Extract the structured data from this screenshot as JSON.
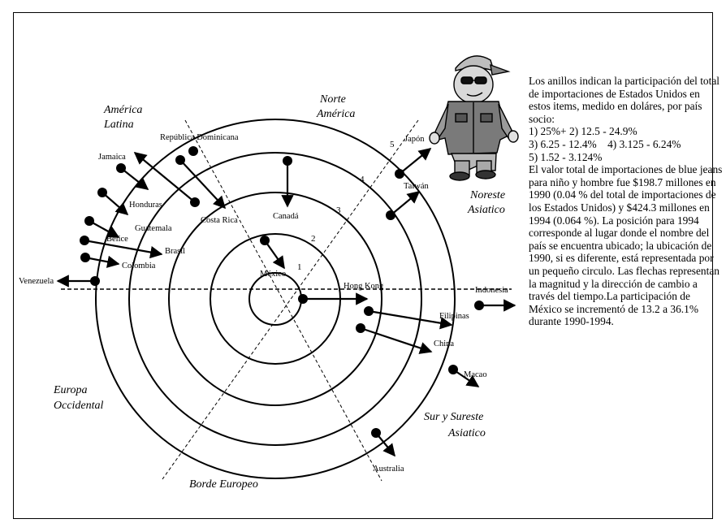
{
  "regions": {
    "norte_america": [
      "Norte",
      "América"
    ],
    "america_latina": [
      "América",
      "Latina"
    ],
    "noreste_asiatico": [
      "Noreste",
      "Asiatico"
    ],
    "europa_occidental": [
      "Europa",
      "Occidental"
    ],
    "sur_sureste_asiatico": [
      "Sur y Sureste",
      "Asiatico"
    ],
    "borde_europeo": "Borde Europeo"
  },
  "ring_numbers": [
    "1",
    "2",
    "3",
    "4",
    "5"
  ],
  "countries": {
    "mexico": "México",
    "canada": "Canadá",
    "hong_kong": "Hong Kong",
    "japon": "Japón",
    "taiwan": "Taiwán",
    "indonesia": "Indonesia",
    "filipinas": "Filipinas",
    "china": "China",
    "macao": "Macao",
    "australia": "Australia",
    "republica_dominicana": "República Dominicana",
    "jamaica": "Jamaica",
    "honduras": "Honduras",
    "guatemala": "Guatemala",
    "belice": "Bélice",
    "brasil": "Brasil",
    "colombia": "Colombia",
    "venezuela": "Venezuela",
    "costa_rica": "Costa Rica"
  },
  "legend": {
    "intro": "Los anillos indican la participación del total de importaciones de Estados Unidos en estos items, medido en doláres, por país socio:",
    "ranges_line1": "1) 25%+  2) 12.5 - 24.9%",
    "ranges_line2": "3) 6.25 - 12.4%    4) 3.125 - 6.24%",
    "ranges_line3": "5) 1.52 - 3.124%",
    "body": "El valor total de importaciones de blue jeans para niño y hombre fue  $198.7 millones  en 1990 (0.04 % del total de importaciones de los Estados Unidos) y $424.3 millones en 1994 (0.064 %). La posición para 1994 corresponde al lugar donde el nombre del país se encuentra ubicado; la ubicación de 1990, si es diferente, está representada por un pequeño circulo. Las flechas representan la magnitud y la dirección de cambio a través del tiempo.La participación de México se incrementó de 13.2 a 36.1% durante 1990-1994."
  }
}
